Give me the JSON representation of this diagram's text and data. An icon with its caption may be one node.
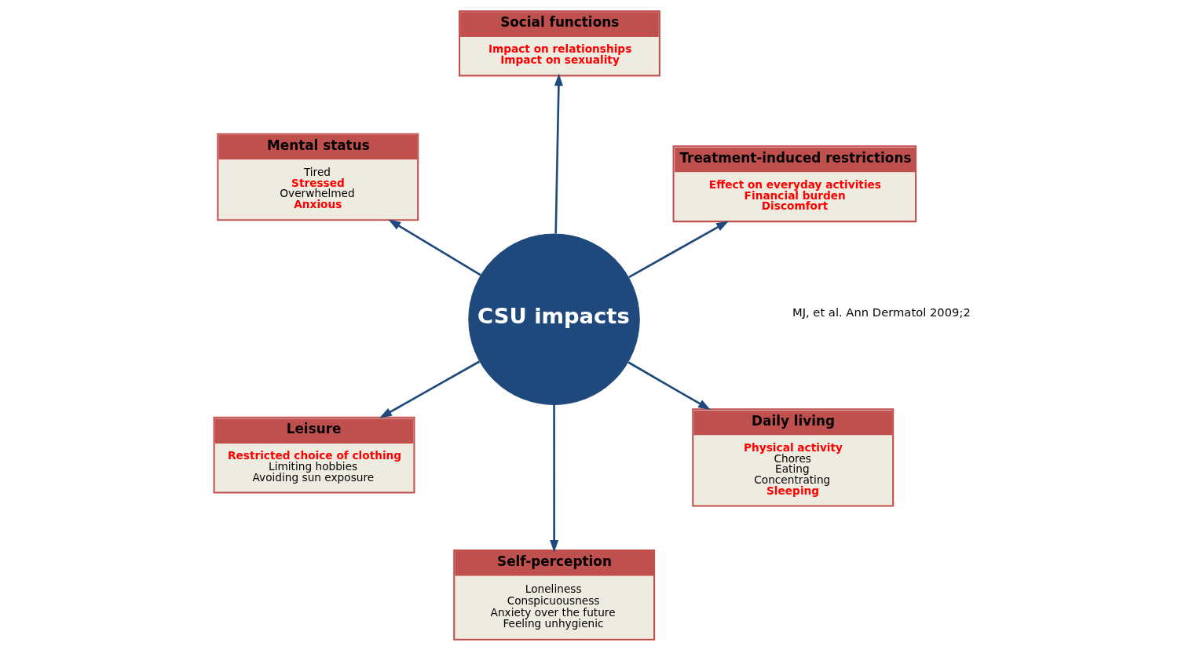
{
  "diagram": {
    "nodes": [
      {
        "text": [
          "CSU impacts"
        ]
      },
      {
        "text": [
          "Daily living",
          "Physical activity",
          "Chores",
          "Eating",
          "Concentrating",
          "Sleeping"
        ]
      },
      {
        "text": [
          "Self-perception",
          "Loneliness",
          "Conspicuousness",
          "Anxiety over the future",
          "Feeling unhygienic"
        ]
      },
      {
        "text": [
          "Mental status",
          "Tired",
          "Stressed",
          "Overwhelmed",
          "Anxious"
        ]
      },
      {
        "text": [
          "Treatment-induced restrictions",
          "Effect on everyday activities",
          "Financial burden",
          "Discomfort"
        ]
      },
      {
        "text": [
          "Social functions",
          "Impact on relationships",
          "Impact on sexuality"
        ]
      },
      {
        "text": [
          "Leisure",
          "Restricted choice of clothing",
          "Limiting hobbies",
          "Avoiding sun exposure"
        ]
      }
    ],
    "edges": [
      {
        "from": 0,
        "to": 1,
        "arrow": "to"
      },
      {
        "from": 0,
        "to": 2,
        "arrow": "to"
      },
      {
        "from": 0,
        "to": 3,
        "arrow": "to"
      },
      {
        "from": 0,
        "to": 4,
        "arrow": "to"
      },
      {
        "from": 0,
        "to": 5,
        "arrow": "to"
      },
      {
        "from": 0,
        "to": 6,
        "arrow": "to"
      }
    ],
    "labels": [
      "MJ, et al. Ann Dermatol 2009;2"
    ]
  }
}
